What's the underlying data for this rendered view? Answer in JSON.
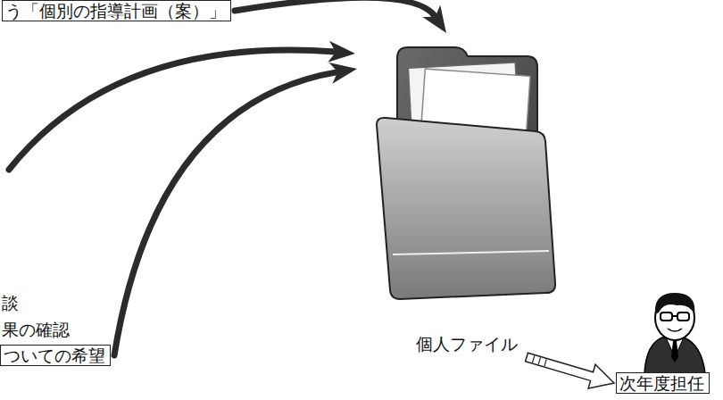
{
  "diagram": {
    "nodes": [
      {
        "text": [
          "う「個別の指導計画（案）」"
        ]
      },
      {
        "text": [
          "ついての希望"
        ]
      },
      {
        "text": [
          "個人ファイル"
        ]
      },
      {
        "text": [
          "次年度担任"
        ]
      }
    ],
    "edges": [
      {
        "from": 0,
        "to": 2,
        "arrow": "to"
      },
      {
        "from": 1,
        "to": 2,
        "arrow": "to"
      },
      {
        "from": 2,
        "to": 3,
        "arrow": "to"
      }
    ],
    "labels": [
      "談",
      "果の確認"
    ]
  }
}
